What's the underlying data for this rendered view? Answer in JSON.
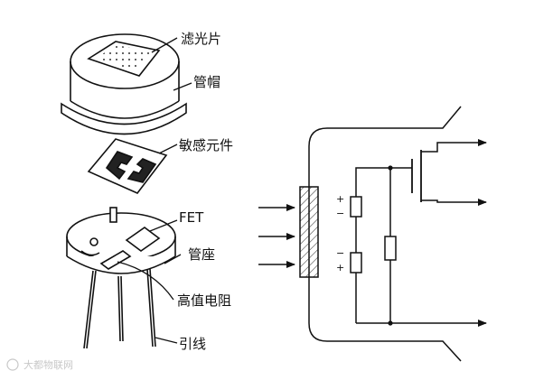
{
  "labels": {
    "filter": "滤光片",
    "cap": "管帽",
    "element": "敏感元件",
    "fet": "FET",
    "base": "管座",
    "resistor": "高值电阻",
    "leads": "引线"
  },
  "signs": {
    "top_plus": "+",
    "top_minus": "−",
    "bottom_minus": "−",
    "bottom_plus": "+"
  },
  "watermark": "大都物联网"
}
